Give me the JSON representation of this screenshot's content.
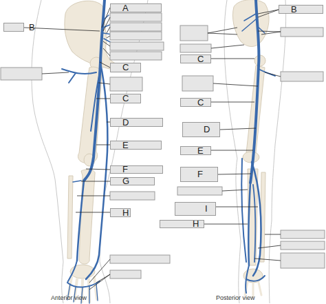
{
  "diagram": {
    "nodes": [
      {
        "text": [
          "A"
        ]
      },
      {
        "text": [
          "B"
        ]
      },
      {
        "text": [
          "C"
        ]
      },
      {
        "text": [
          "C"
        ]
      },
      {
        "text": [
          "D"
        ]
      },
      {
        "text": [
          "E"
        ]
      },
      {
        "text": [
          "F"
        ]
      },
      {
        "text": [
          "G"
        ]
      },
      {
        "text": [
          "H"
        ]
      },
      {
        "text": [
          "B"
        ]
      },
      {
        "text": [
          "C"
        ]
      },
      {
        "text": [
          "C"
        ]
      },
      {
        "text": [
          "D"
        ]
      },
      {
        "text": [
          "E"
        ]
      },
      {
        "text": [
          "F"
        ]
      },
      {
        "text": [
          "I"
        ]
      },
      {
        "text": [
          "H"
        ]
      }
    ],
    "labels": [
      "Anterior view",
      "Posterior view"
    ]
  }
}
